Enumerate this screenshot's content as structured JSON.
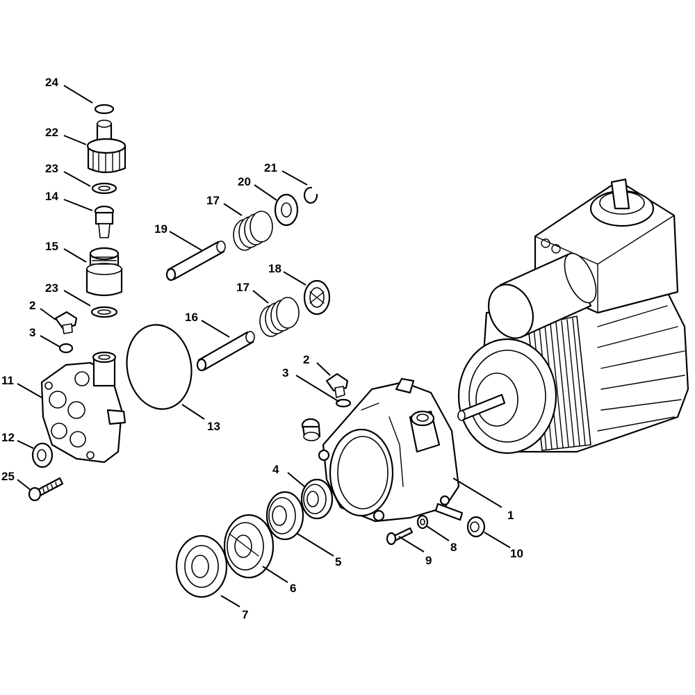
{
  "callouts": [
    {
      "id": "c24",
      "text": "24"
    },
    {
      "id": "c22",
      "text": "22"
    },
    {
      "id": "c23a",
      "text": "23"
    },
    {
      "id": "c14",
      "text": "14"
    },
    {
      "id": "c15",
      "text": "15"
    },
    {
      "id": "c23b",
      "text": "23"
    },
    {
      "id": "c2a",
      "text": "2"
    },
    {
      "id": "c3a",
      "text": "3"
    },
    {
      "id": "c11",
      "text": "11"
    },
    {
      "id": "c12",
      "text": "12"
    },
    {
      "id": "c25",
      "text": "25"
    },
    {
      "id": "c21",
      "text": "21"
    },
    {
      "id": "c20",
      "text": "20"
    },
    {
      "id": "c17a",
      "text": "17"
    },
    {
      "id": "c19",
      "text": "19"
    },
    {
      "id": "c18",
      "text": "18"
    },
    {
      "id": "c17b",
      "text": "17"
    },
    {
      "id": "c16",
      "text": "16"
    },
    {
      "id": "c13",
      "text": "13"
    },
    {
      "id": "c2b",
      "text": "2"
    },
    {
      "id": "c3b",
      "text": "3"
    },
    {
      "id": "c4",
      "text": "4"
    },
    {
      "id": "c1",
      "text": "1"
    },
    {
      "id": "c5",
      "text": "5"
    },
    {
      "id": "c6",
      "text": "6"
    },
    {
      "id": "c7",
      "text": "7"
    },
    {
      "id": "c8",
      "text": "8"
    },
    {
      "id": "c9",
      "text": "9"
    },
    {
      "id": "c10",
      "text": "10"
    }
  ]
}
